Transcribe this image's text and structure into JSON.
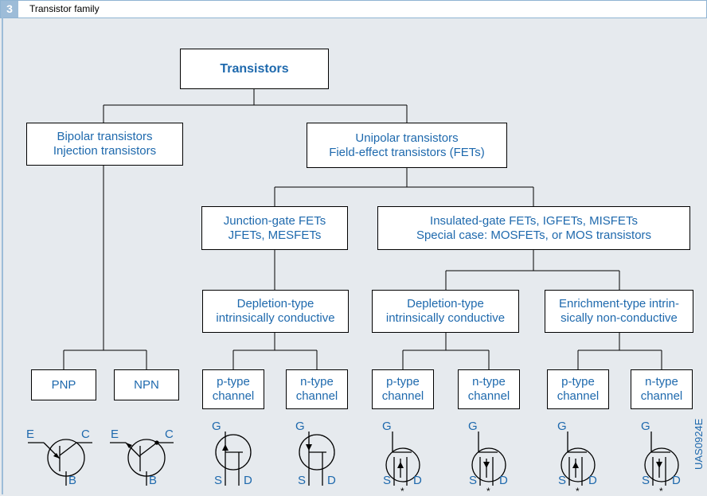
{
  "header": {
    "number": "3",
    "title": "Transistor family"
  },
  "root": {
    "label": "Transistors"
  },
  "bipolar": {
    "line1": "Bipolar transistors",
    "line2": "Injection transistors"
  },
  "unipolar": {
    "line1": "Unipolar transistors",
    "line2": "Field-effect transistors (FETs)"
  },
  "jfet": {
    "line1": "Junction-gate FETs",
    "line2": "JFETs, MESFETs"
  },
  "igfet": {
    "line1": "Insulated-gate FETs, IGFETs, MISFETs",
    "line2": "Special case: MOSFETs, or MOS transistors"
  },
  "jfet_depletion": {
    "line1": "Depletion-type",
    "line2": "intrinsically conductive"
  },
  "ig_depletion": {
    "line1": "Depletion-type",
    "line2": "intrinsically conductive"
  },
  "ig_enrichment": {
    "line1": "Enrichment-type intrin-",
    "line2": "sically non-conductive"
  },
  "pnp": {
    "label": "PNP"
  },
  "npn": {
    "label": "NPN"
  },
  "channels": [
    {
      "line1": "p-type",
      "line2": "channel"
    },
    {
      "line1": "n-type",
      "line2": "channel"
    },
    {
      "line1": "p-type",
      "line2": "channel"
    },
    {
      "line1": "n-type",
      "line2": "channel"
    },
    {
      "line1": "p-type",
      "line2": "channel"
    },
    {
      "line1": "n-type",
      "line2": "channel"
    }
  ],
  "symbols": {
    "emitter": "E",
    "collector": "C",
    "base": "B",
    "gate": "G",
    "source": "S",
    "drain": "D",
    "note_mark": "*"
  },
  "figure_code": "UAS0924E",
  "colors": {
    "text": "#1e69ad",
    "accent": "#9dbcd8",
    "background": "#e6eaee"
  }
}
